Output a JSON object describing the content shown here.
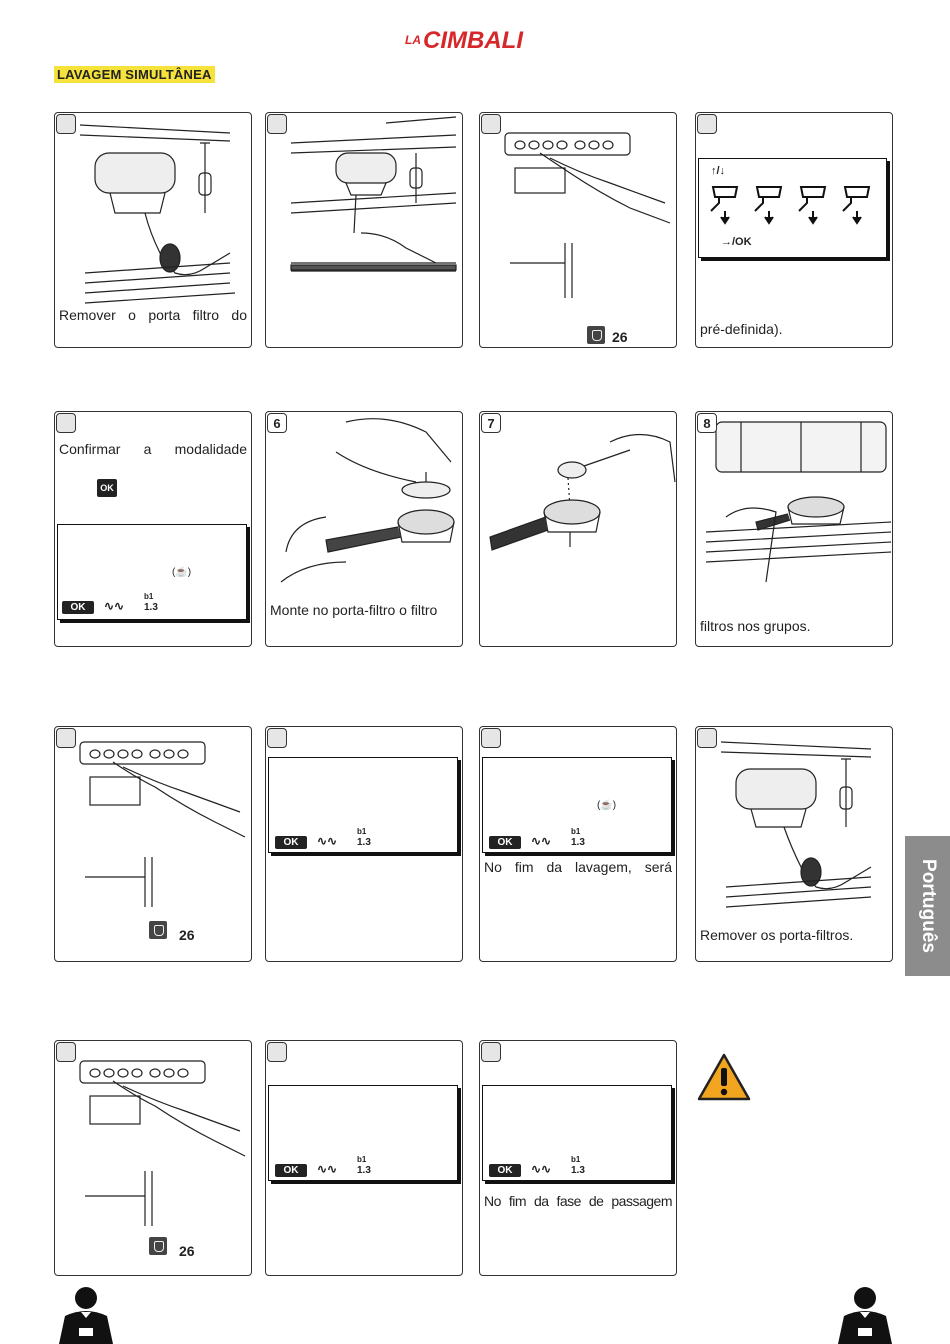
{
  "header": {
    "brand_prefix": "LA",
    "brand_name": "CIMBALI",
    "section_title": "LAVAGEM SIMULTÂNEA"
  },
  "sidebar_tab": {
    "label": "Português"
  },
  "panels": [
    {
      "number": "",
      "caption": "Remover o porta filtro do"
    },
    {
      "number": "",
      "caption": ""
    },
    {
      "number": "",
      "caption": "",
      "ref": "26"
    },
    {
      "number": "",
      "caption": "pré-definida).",
      "lcd_top": "↑/↓",
      "lcd_bottom": "→/OK"
    },
    {
      "number": "",
      "caption": "Confirmar a modalidade",
      "ok_key": "OK"
    },
    {
      "number": "6",
      "caption": "Monte no porta-filtro o filtro"
    },
    {
      "number": "7",
      "caption": ""
    },
    {
      "number": "8",
      "caption": "filtros nos grupos."
    },
    {
      "number": "",
      "caption": "",
      "ref": "26"
    },
    {
      "number": "",
      "caption": ""
    },
    {
      "number": "",
      "caption": "No fim da lavagem, será"
    },
    {
      "number": "",
      "caption": "Remover os porta-filtros."
    },
    {
      "number": "",
      "caption": "",
      "ref": "26"
    },
    {
      "number": "",
      "caption": ""
    },
    {
      "number": "",
      "caption": "No fim da fase de passagem"
    }
  ],
  "lcd_status": {
    "ok_label": "OK",
    "counter": "1.3",
    "counter_top": "b1"
  },
  "colors": {
    "highlight": "#f5e23a",
    "brand_red": "#d6282b",
    "warning": "#f2a51f",
    "tab": "#8c8c8c"
  }
}
